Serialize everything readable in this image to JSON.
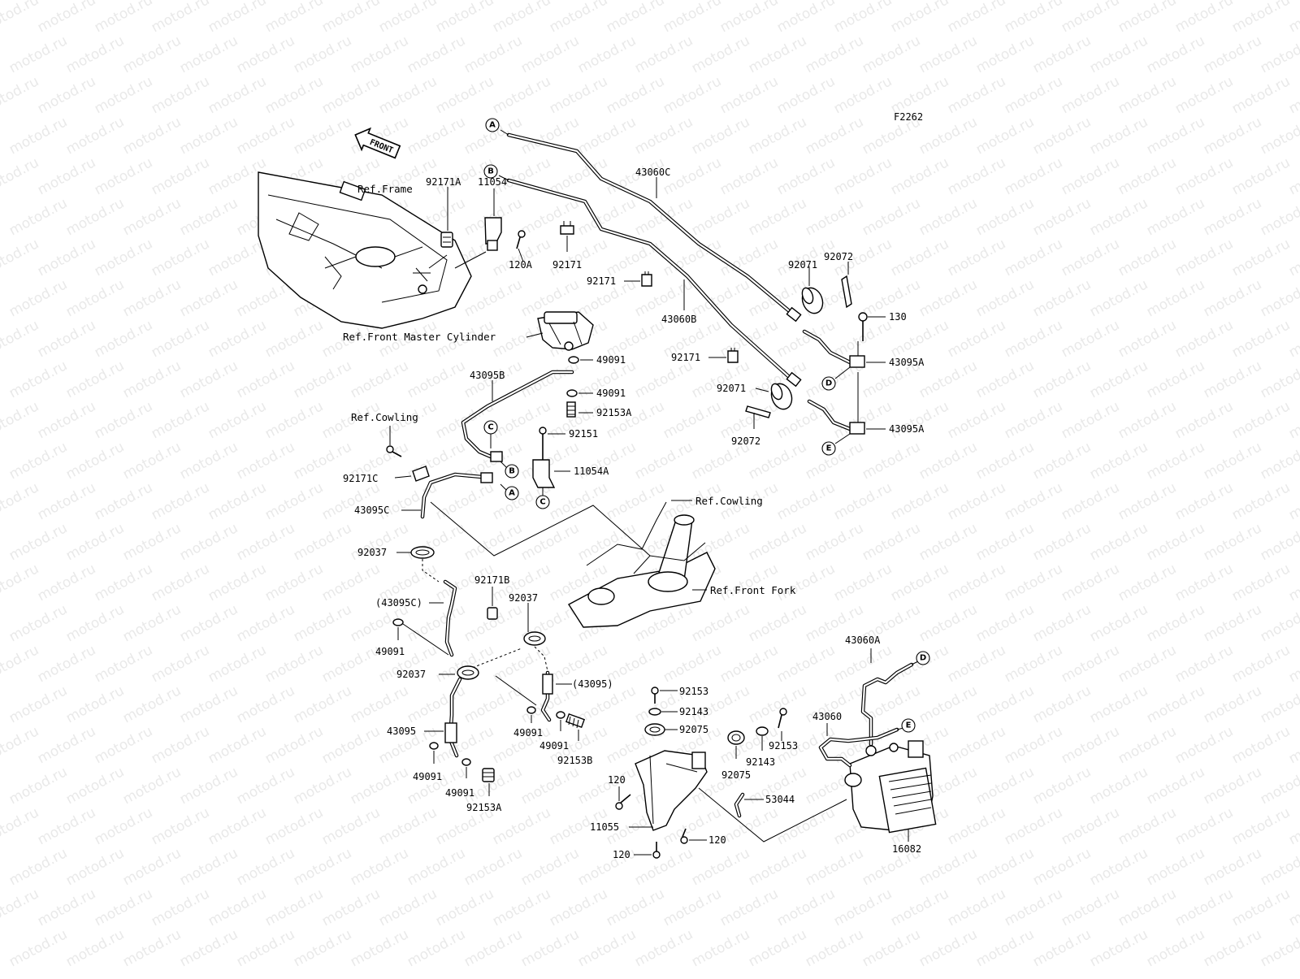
{
  "diagram_code": "F2262",
  "watermark_text": "motod.ru",
  "direction_label": "FRONT",
  "references": {
    "frame": "Ref.Frame",
    "front_master_cylinder": "Ref.Front Master Cylinder",
    "cowling_left": "Ref.Cowling",
    "cowling_right": "Ref.Cowling",
    "front_fork": "Ref.Front Fork"
  },
  "connectors": {
    "a": "A",
    "b": "B",
    "c": "C",
    "d": "D",
    "e": "E"
  },
  "parts": {
    "p43060C": "43060C",
    "p43060B": "43060B",
    "p92171A": "92171A",
    "p11054": "11054",
    "p120A": "120A",
    "p92171_top": "92171",
    "p92171_mid": "92171",
    "p92171_right": "92171",
    "p92071_top": "92071",
    "p92072_top": "92072",
    "p130": "130",
    "p43095A_top": "43095A",
    "p43095A_bot": "43095A",
    "p92071_bot": "92071",
    "p92072_bot": "92072",
    "p49091_a": "49091",
    "p49091_b": "49091",
    "p92153A_top": "92153A",
    "p43095B": "43095B",
    "p92151": "92151",
    "p11054A": "11054A",
    "p92171C": "92171C",
    "p43095C": "43095C",
    "p92037_a": "92037",
    "p92171B": "92171B",
    "p92037_b": "92037",
    "p43095C_paren": "(43095C)",
    "p49091_c": "49091",
    "p92037_c": "92037",
    "p43095_paren": "(43095)",
    "p43095": "43095",
    "p49091_d": "49091",
    "p49091_e": "49091",
    "p92153B": "92153B",
    "p49091_f": "49091",
    "p49091_g": "49091",
    "p92153A_bot": "92153A",
    "p92153_a": "92153",
    "p92143_a": "92143",
    "p92075_a": "92075",
    "p92153_b": "92153",
    "p92143_b": "92143",
    "p92075_b": "92075",
    "p43060A": "43060A",
    "p43060": "43060",
    "p53044": "53044",
    "p120_a": "120",
    "p11055": "11055",
    "p120_b": "120",
    "p120_c": "120",
    "p16082": "16082"
  }
}
